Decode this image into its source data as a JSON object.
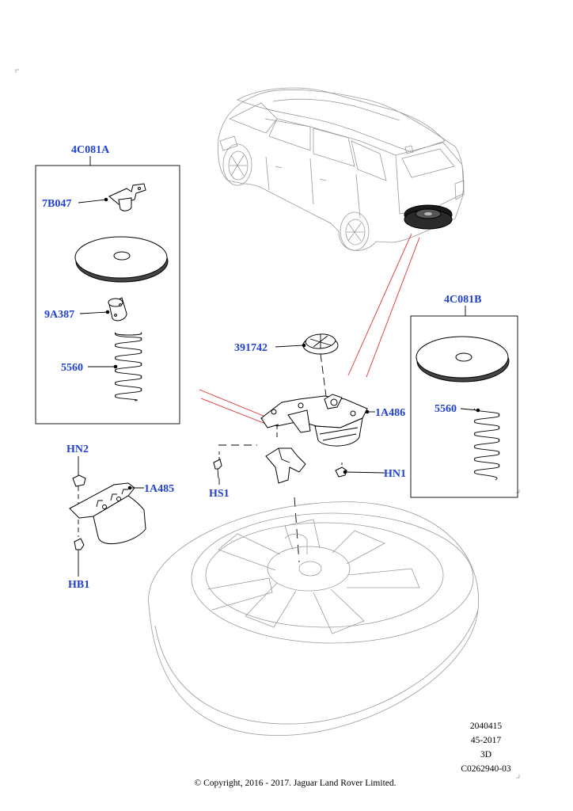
{
  "callouts": {
    "kit_a": "4C081A",
    "kit_a_bracket": "7B047",
    "kit_a_plug": "9A387",
    "kit_a_spring": "5560",
    "kit_b": "4C081B",
    "kit_b_spring": "5560",
    "cup": "391742",
    "carrier": "1A486",
    "nut_1": "HN1",
    "screw": "HS1",
    "nut_2": "HN2",
    "bracket": "1A485",
    "bolt": "HB1"
  },
  "illustration_info": {
    "number": "2040415",
    "date_code": "45-2017",
    "view": "3D",
    "catalog_code": "C0262940-03"
  },
  "copyright": "© Copyright, 2016 - 2017. Jaguar Land Rover Limited."
}
